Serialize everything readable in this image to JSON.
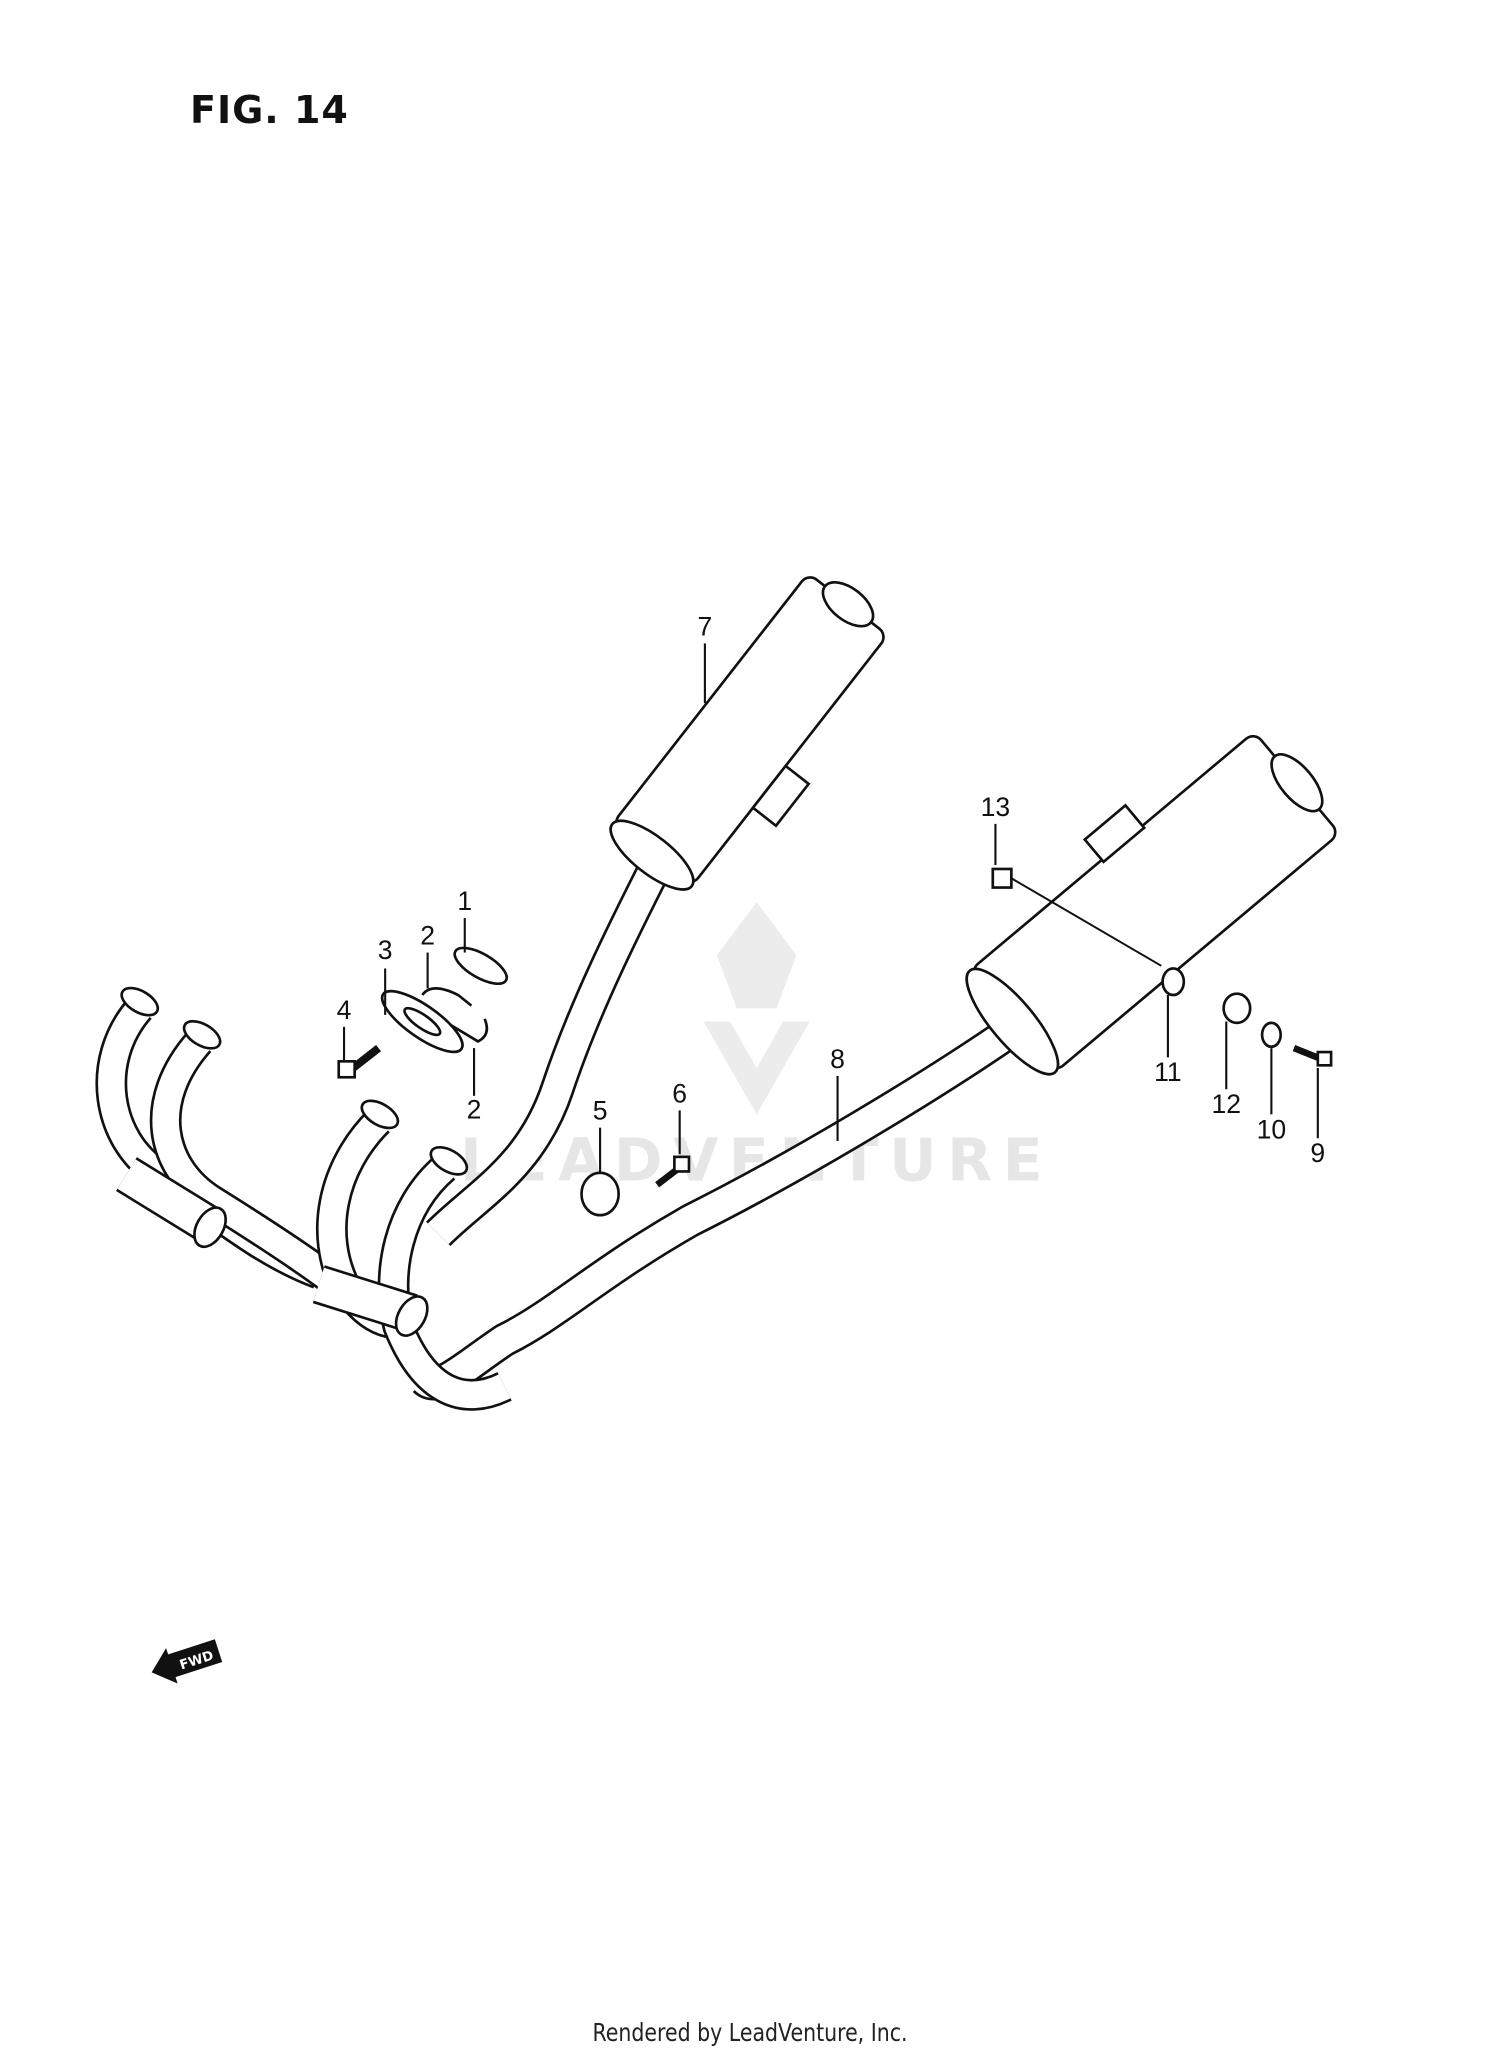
{
  "figure": {
    "title": "FIG. 14"
  },
  "watermark": "LEADVENTURE",
  "fwd_label": "FWD",
  "callouts": [
    {
      "id": "1"
    },
    {
      "id": "2"
    },
    {
      "id": "3"
    },
    {
      "id": "4"
    },
    {
      "id": "2"
    },
    {
      "id": "5"
    },
    {
      "id": "6"
    },
    {
      "id": "7"
    },
    {
      "id": "8"
    },
    {
      "id": "9"
    },
    {
      "id": "10"
    },
    {
      "id": "11"
    },
    {
      "id": "12"
    },
    {
      "id": "13"
    }
  ],
  "footer": "Rendered by LeadVenture, Inc."
}
